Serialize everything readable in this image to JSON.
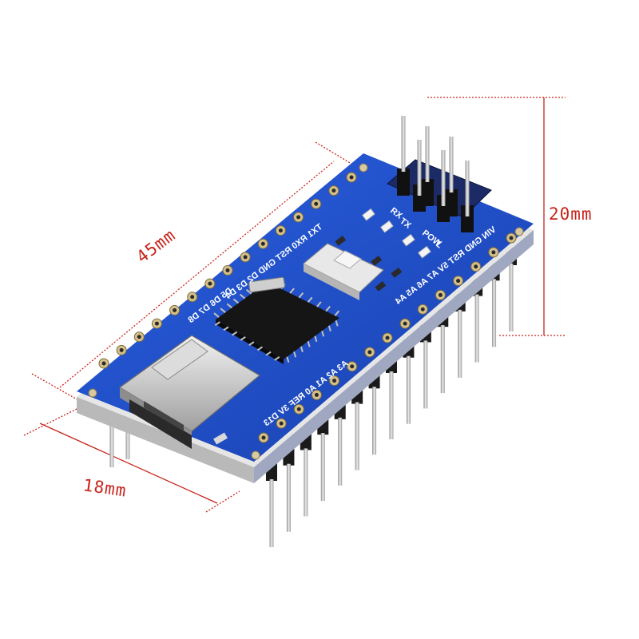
{
  "dimensions": {
    "length": "45mm",
    "height": "20mm",
    "width": "18mm"
  },
  "board": {
    "silkscreen": {
      "top_row": "TX1 RX0 RST GND D2 D3 D4",
      "top_row_lower": "D5 D6 D7 D8",
      "led_labels": [
        "RX",
        "TX",
        "POW",
        "L"
      ],
      "bottom_row_right": "VIN GND RST 5V A7 A6 A5 A4",
      "bottom_row_left": "A3 A2 A1 A0 REF 3V D13"
    }
  },
  "colors": {
    "dimension_lines": "#c8241c",
    "pcb": "#1f4fc8",
    "chip": "#1c1c1c",
    "pins": "#c9c9c9"
  }
}
